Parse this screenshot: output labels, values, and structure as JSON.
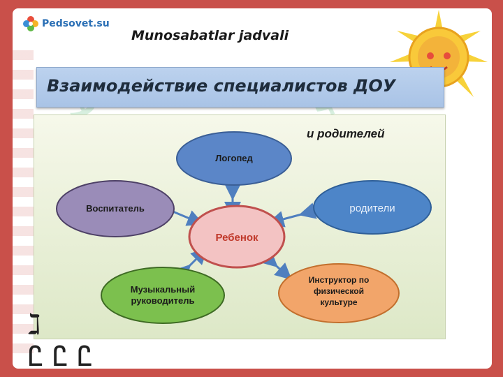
{
  "header": {
    "logo_text": "Pedsovet.su",
    "title": "Munosabatlar jadvali"
  },
  "banner": {
    "title": "Взаимодействие специалистов ДОУ"
  },
  "diagram": {
    "subtitle": "и родителей",
    "center": "Ребенок",
    "nodes": {
      "logoped": "Логопед",
      "vospitatel": "Воспитатель",
      "roditeli": "родители",
      "muz_line1": "Музыкальный",
      "muz_line2": "руководитель",
      "instr_line1": "Инструктор по",
      "instr_line2": "физической",
      "instr_line3": "культуре"
    },
    "colors": {
      "logoped": "#5b86c8",
      "vospitatel": "#9a8cb8",
      "roditeli": "#4d85c8",
      "center": "#f3c3c3",
      "muz": "#7cc04e",
      "instr": "#f2a56a",
      "arrow": "#4f7fbf"
    }
  },
  "watermark": "SOFF"
}
